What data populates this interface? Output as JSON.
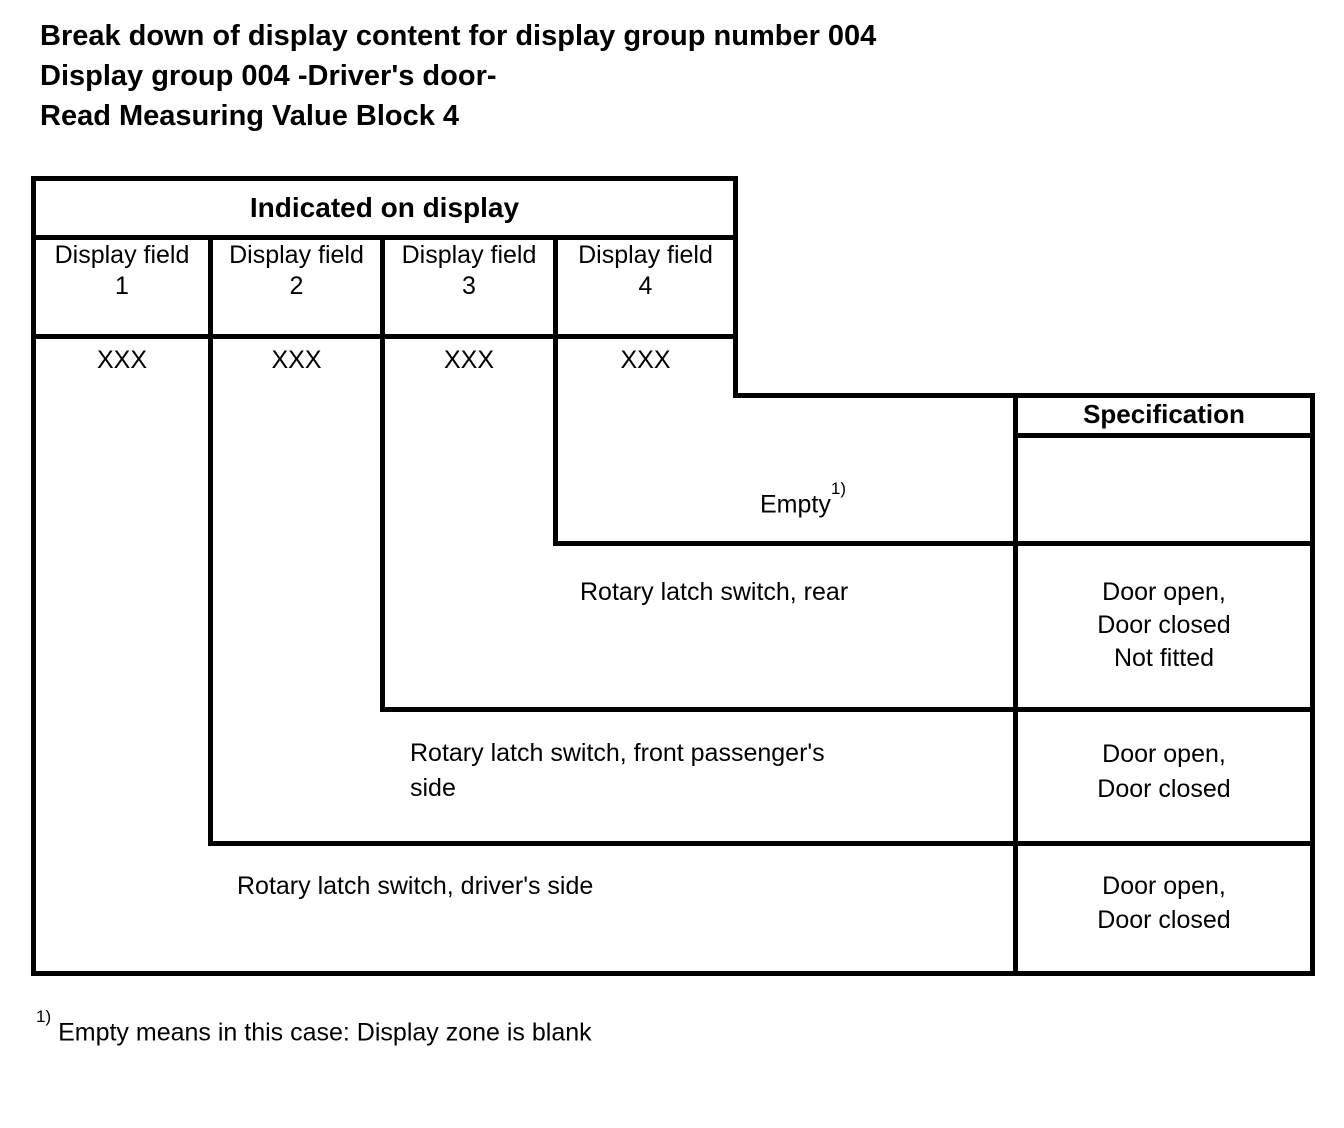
{
  "title": {
    "lines": [
      "Break down of display content for display group number 004",
      "Display group 004 -Driver's door-",
      "Read Measuring Value Block 4"
    ]
  },
  "table": {
    "header": "Indicated on display",
    "columns": [
      {
        "label": "Display field",
        "number": "1",
        "value": "XXX"
      },
      {
        "label": "Display field",
        "number": "2",
        "value": "XXX"
      },
      {
        "label": "Display field",
        "number": "3",
        "value": "XXX"
      },
      {
        "label": "Display field",
        "number": "4",
        "value": "XXX"
      }
    ],
    "spec_header": "Specification",
    "rows": [
      {
        "label": "Empty",
        "label_sup": "1)",
        "specs": []
      },
      {
        "label": "Rotary latch switch, rear",
        "specs": [
          "Door open,",
          "Door closed",
          "Not fitted"
        ]
      },
      {
        "label_lines": [
          "Rotary latch switch, front passenger's",
          "side"
        ],
        "specs": [
          "Door open,",
          "Door closed"
        ]
      },
      {
        "label": "Rotary latch switch, driver's side",
        "specs": [
          "Door open,",
          "Door closed"
        ]
      }
    ]
  },
  "footnote": {
    "sup": "1)",
    "text": "Empty means in this case: Display zone is blank"
  }
}
